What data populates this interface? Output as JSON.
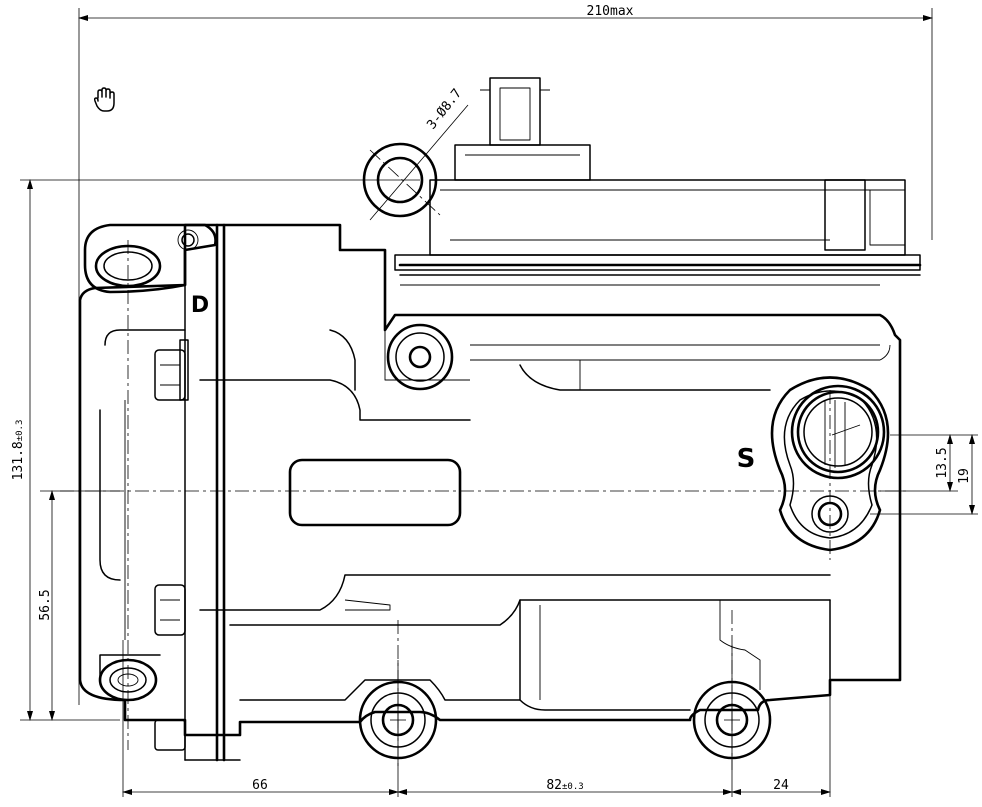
{
  "dimensions": {
    "overall_width": "210max",
    "overall_height": "131.8",
    "overall_height_tol": "±0.3",
    "center_height": "56.5",
    "left_offset": "66",
    "hole_spacing": "82",
    "hole_spacing_tol": "±0.3",
    "right_offset": "24",
    "port_offset_small": "13.5",
    "port_offset_large": "19",
    "mount_holes": "3-Ø8.7"
  },
  "labels": {
    "port_d": "D",
    "port_s": "S"
  },
  "icons": {
    "cursor": "hand-cursor-icon"
  }
}
